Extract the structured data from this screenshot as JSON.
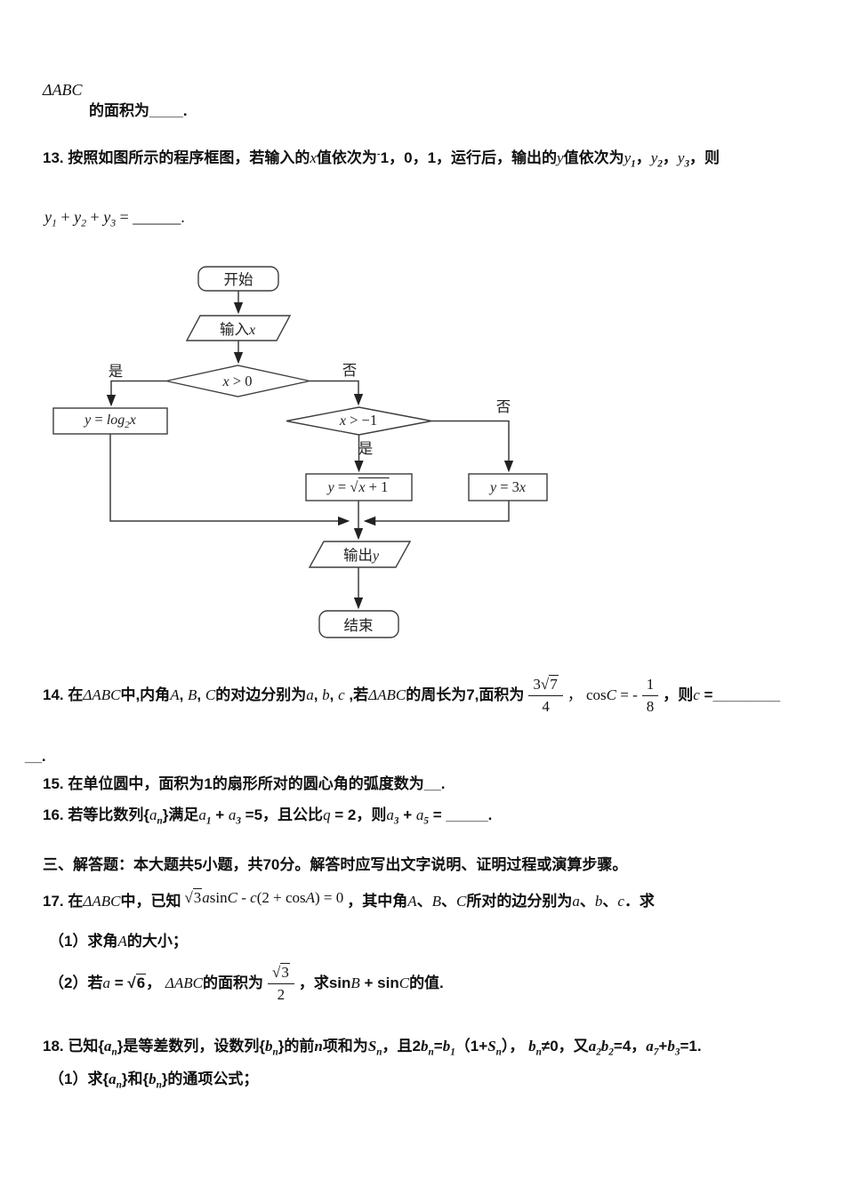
{
  "intro": {
    "triangle": "~{ΔABC}",
    "area": "的面积为____."
  },
  "q13": {
    "stem": "13. 按照如图所示的程序框图，若输入的~{x}值依次为^{-}1，0，1，运行后，输出的~{y}值依次为~{y}_{1}，~{y}_{2}，~{y}_{3}，则",
    "sum": "~{y}_{1} + ~{y}_{2} + ~{y}_{3} = ______."
  },
  "flowchart": {
    "start": "开始",
    "input": "输入~{x}",
    "cond1": "~{x} > 0",
    "yes1": "是",
    "no1": "否",
    "box_log": "~{y} = ~{log}_{2}~{x}",
    "cond2": "~{x} > −1",
    "yes2": "是",
    "no2": "否",
    "box_sqrt": "~{y} = √#{~{x} + 1}",
    "box_3x": "~{y} = 3~{x}",
    "output": "输出~{y}",
    "end": "结束"
  },
  "q14": {
    "p1": "14. 在~{ΔABC}中,内角~{A}, ~{B}, ~{C}的对边分别为~{a}, ~{b}, ~{c} ,若~{ΔABC}的周长为7,面积为",
    "f1": {
      "num": "3√#{7}",
      "den": "4"
    },
    "p2": "， cos~{C} = -",
    "f2": {
      "num": "1",
      "den": "8"
    },
    "p3": "，则~{c} =________",
    "cont": "__."
  },
  "q15": {
    "text": "15. 在单位圆中，面积为1的扇形所对的圆心角的弧度数为__."
  },
  "q16": {
    "text": "16. 若等比数列{~{a}_{n}}满足~{a}_{1} + ~{a}_{3} =5，且公比~{q} = 2，则~{a}_{3} + ~{a}_{5} = _____."
  },
  "section3": {
    "text": "三、解答题：本大题共5小题，共70分。解答时应写出文字说明、证明过程或演算步骤。"
  },
  "q17": {
    "p1": "17. 在~{ΔABC}中，已知",
    "formula": "√#{3}~{a}sin~{C} - ~{c}(2 + cos~{A}) = 0",
    "p2": "，其中角~{A}、~{B}、~{C}所对的边分别为~{a}、~{b}、~{c}．求",
    "sub1": "（1）求角~{A}的大小；",
    "sub2a": "（2）若~{a} = √#{6}， ~{ΔABC}的面积为",
    "f1": {
      "num": "√#{3}",
      "den": "2"
    },
    "sub2b": "，求sin~{B} + sin~{C}的值."
  },
  "q18": {
    "stem": "18. 已知{~{a}_{n}}是等差数列，设数列{~{b}_{n}}的前~{n}项和为~{S}_{n}，且2~{b}_{n}=~{b}_{1}（1+~{S}_{n}）， ~{b}_{n}≠0，又~{a}_{2}~{b}_{2}=4，~{a}_{7}+~{b}_{3}=1.",
    "sub1": "（1）求{~{a}_{n}}和{~{b}_{n}}的通项公式；"
  }
}
